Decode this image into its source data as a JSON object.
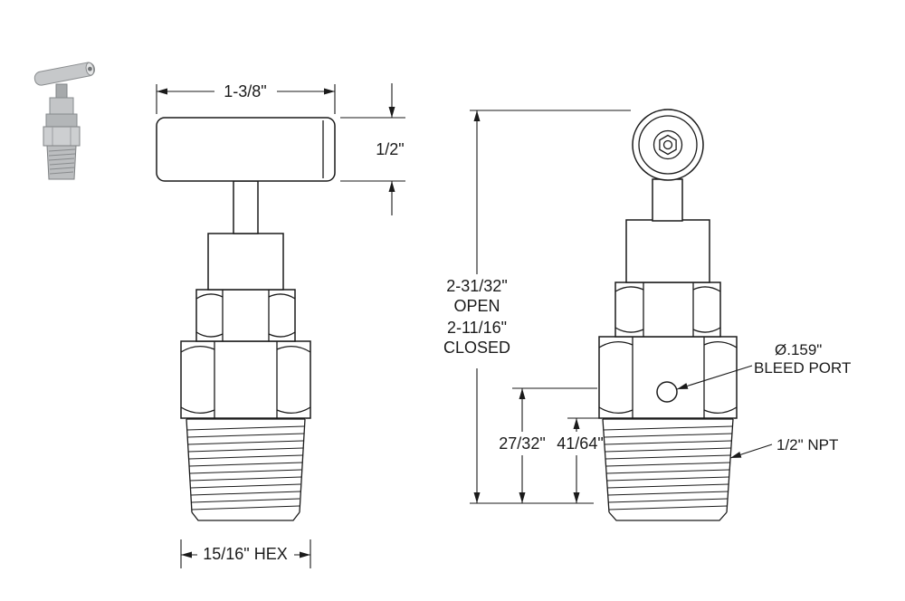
{
  "drawing": {
    "front_view": {
      "dim_handle_width": "1-3/8\"",
      "dim_handle_thickness": "1/2\"",
      "dim_hex": "15/16\" HEX"
    },
    "side_view": {
      "dim_height_open": "2-31/32\"",
      "dim_height_open_label": "OPEN",
      "dim_height_closed": "2-11/16\"",
      "dim_height_closed_label": "CLOSED",
      "dim_bleed_port_height": "27/32\"",
      "dim_thread_length": "41/64\"",
      "bleed_port_diameter": "Ø.159\"",
      "bleed_port_label": "BLEED PORT",
      "thread_label": "1/2\" NPT"
    },
    "colors": {
      "line": "#1a1a1a",
      "background": "#ffffff"
    }
  }
}
